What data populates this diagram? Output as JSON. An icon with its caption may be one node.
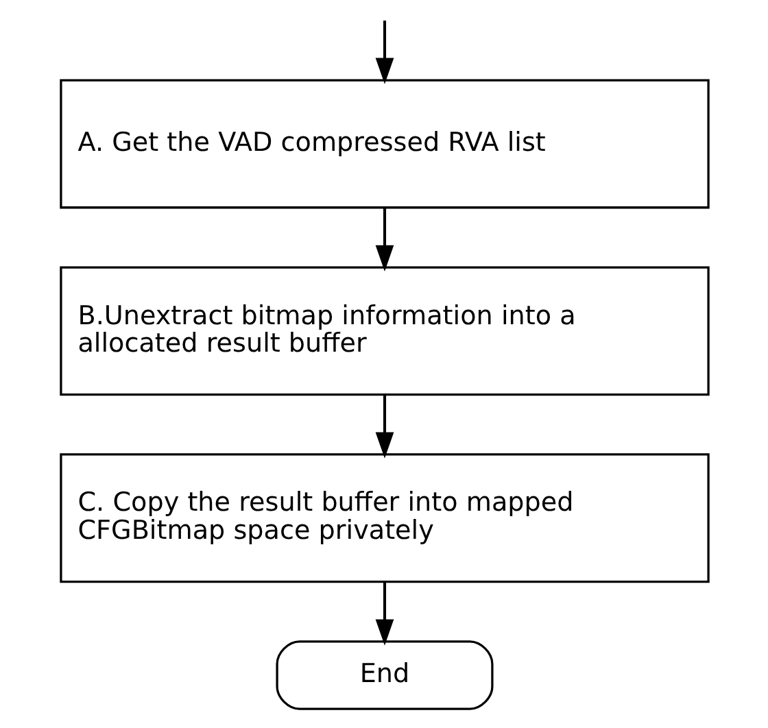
{
  "diagram": {
    "nodes": [
      {
        "text": [
          "A. Get the VAD compressed RVA list"
        ]
      },
      {
        "text": [
          "B.Unextract bitmap information into a allocated result buffer"
        ]
      },
      {
        "text": [
          "C. Copy the result buffer into mapped CFGBitmap space privately"
        ]
      },
      {
        "text": [
          "End"
        ]
      }
    ],
    "edges": [
      {
        "from": null,
        "to": 0,
        "arrow": "to"
      },
      {
        "from": 0,
        "to": 1,
        "arrow": "to"
      },
      {
        "from": 1,
        "to": 2,
        "arrow": "to"
      },
      {
        "from": 2,
        "to": 3,
        "arrow": "to"
      }
    ]
  }
}
